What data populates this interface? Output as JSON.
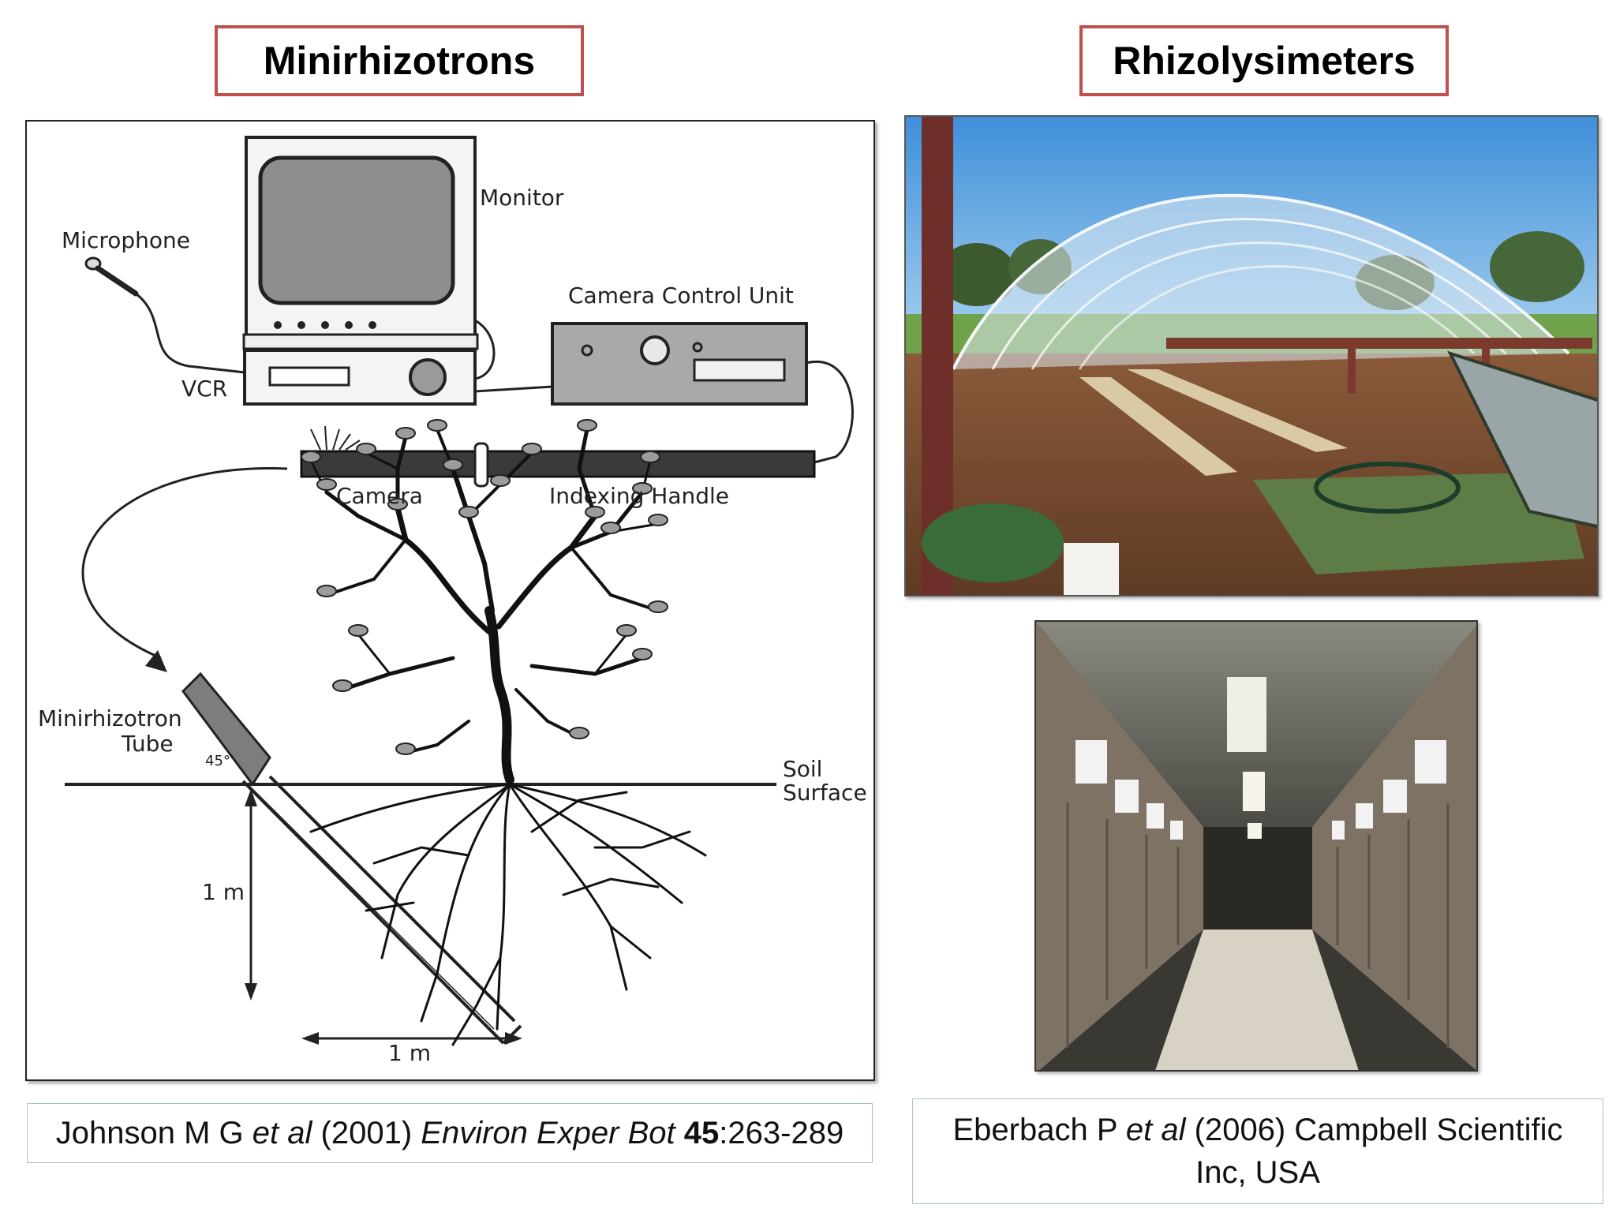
{
  "titles": {
    "left": "Minirhizotrons",
    "right": "Rhizolysimeters"
  },
  "diagram": {
    "labels": {
      "monitor": "Monitor",
      "microphone": "Microphone",
      "camera_control_unit": "Camera Control Unit",
      "vcr": "VCR",
      "camera": "Camera",
      "indexing_handle": "Indexing Handle",
      "tube_line1": "Minirhizotron",
      "tube_line2": "Tube",
      "angle": "45°",
      "soil_line1": "Soil",
      "soil_line2": "Surface",
      "depth": "1 m",
      "width": "1 m"
    }
  },
  "citations": {
    "left": {
      "authors": "Johnson M G ",
      "etal": "et al",
      "year": " (2001) ",
      "journal": "Environ Exper Bot",
      "space": " ",
      "volume": "45",
      "pages": ":263-289"
    },
    "right": {
      "authors": "Eberbach P ",
      "etal": "et al",
      "rest1": " (2006) Campbell Scientific",
      "rest2": "Inc, USA"
    }
  },
  "colors": {
    "title_border": "#c0504d",
    "citation_border": "#a9bfd6"
  }
}
